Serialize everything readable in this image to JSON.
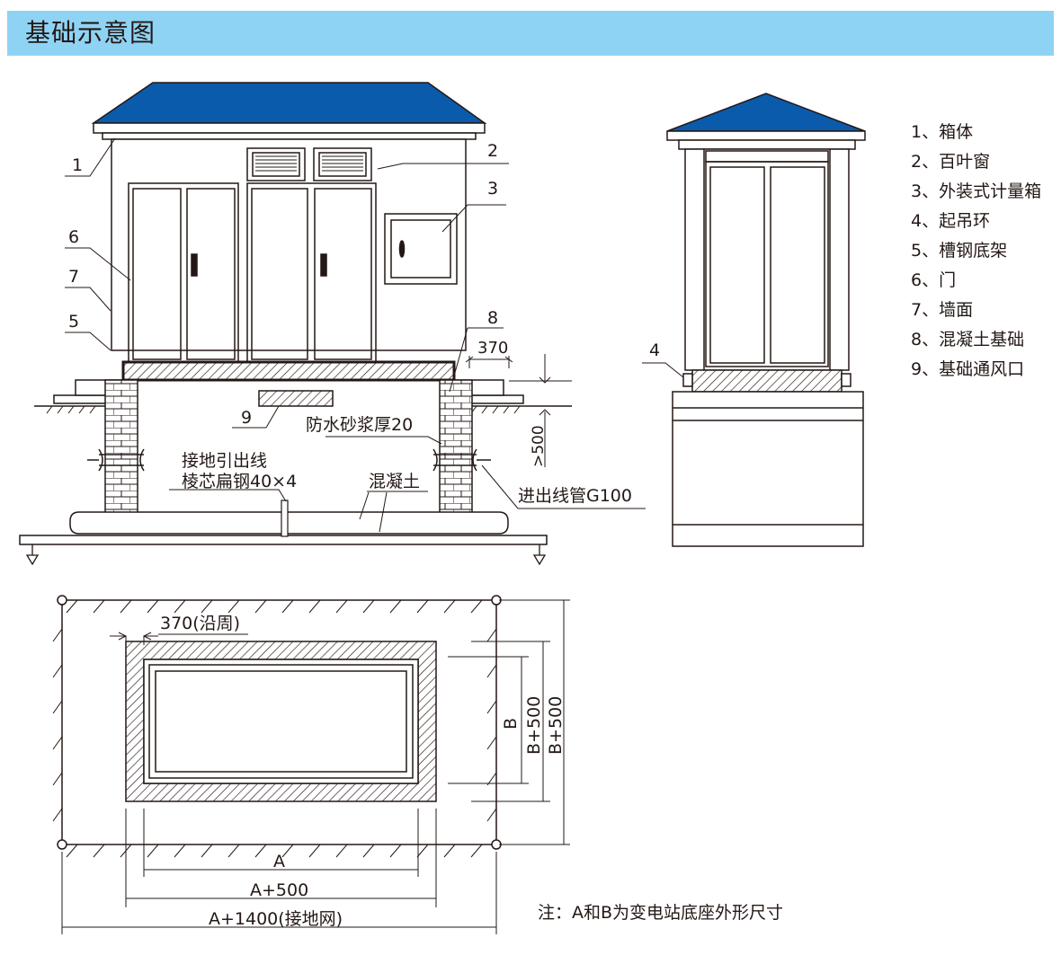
{
  "title": "基础示意图",
  "colors": {
    "title_bar": "#8fd3f4",
    "roof": "#0a5bab",
    "line": "#231815"
  },
  "legend": [
    "1、箱体",
    "2、百叶窗",
    "3、外装式计量箱",
    "4、起吊环",
    "5、槽钢底架",
    "6、门",
    "7、墙面",
    "8、混凝土基础",
    "9、基础通风口"
  ],
  "callouts": {
    "n1": "1",
    "n2": "2",
    "n3": "3",
    "n4": "4",
    "n5": "5",
    "n6": "6",
    "n7": "7",
    "n8": "8",
    "n9": "9"
  },
  "labels": {
    "dim_370": "370",
    "gt500": ">500",
    "waterproof": "防水砂浆厚20",
    "grounding_line": "接地引出线",
    "flat_steel": "棱芯扁钢40×4",
    "concrete": "混凝土",
    "cable_pipe": "进出线管G100",
    "perimeter_370": "370(沿周)",
    "dim_b": "B",
    "dim_b500_inner": "B+500",
    "dim_b500_outer": "B+500",
    "dim_a": "A",
    "dim_a500": "A+500",
    "dim_a1400": "A+1400(接地网)",
    "note": "注：A和B为变电站底座外形尺寸"
  }
}
